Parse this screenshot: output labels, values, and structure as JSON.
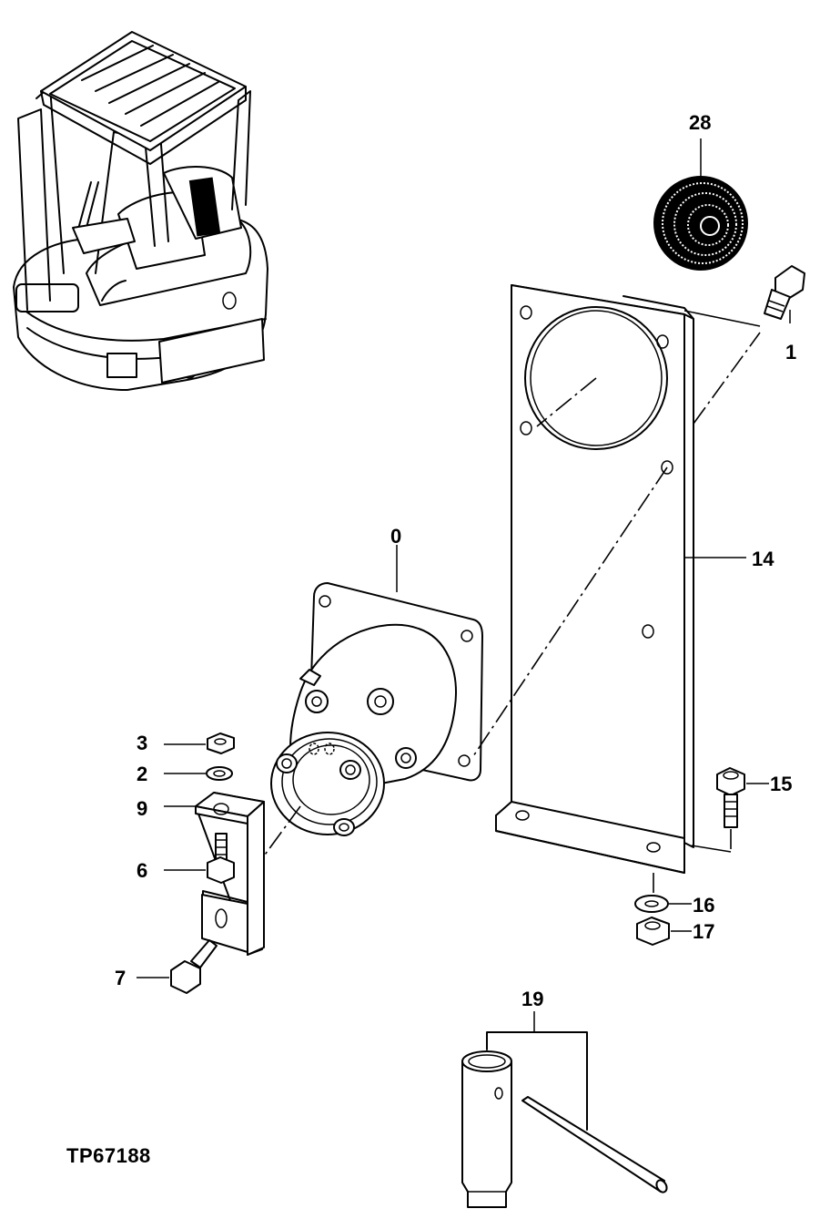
{
  "drawing_code": "TP67188",
  "callouts": {
    "c0": "0",
    "c1": "1",
    "c2": "2",
    "c3": "3",
    "c6": "6",
    "c7": "7",
    "c9": "9",
    "c14": "14",
    "c15": "15",
    "c16": "16",
    "c17": "17",
    "c19": "19",
    "c28": "28"
  }
}
